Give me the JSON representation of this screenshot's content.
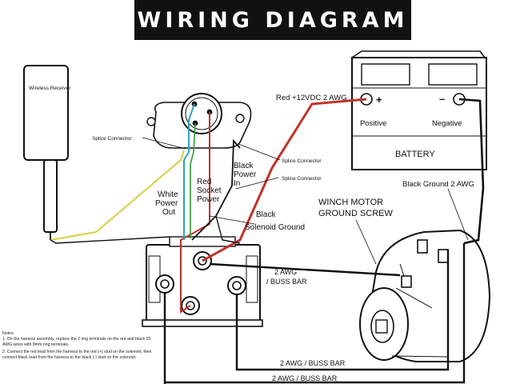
{
  "title": "WIRING DIAGRAM",
  "colors": {
    "red": "#c0322a",
    "teal": "#2aa6b6",
    "green": "#2f9a3a",
    "yellow": "#d8d043",
    "black": "#111111"
  },
  "labels": {
    "wireless_receiver": "Wireless Receiver",
    "splice_connector_1": "Splice Connector",
    "splice_connector_2": "Splice Connector",
    "splice_connector_3": "Splice Connector",
    "black_power_in": [
      "Black",
      "Power",
      "In"
    ],
    "red_socket_power": [
      "Red",
      "Socket",
      "Power"
    ],
    "white_power_out": [
      "White",
      "Power",
      "Out"
    ],
    "black_solenoid_ground": [
      "Black",
      "Solenoid Ground"
    ],
    "red_12vdc": "Red +12VDC 2 AWG",
    "plus": "+",
    "minus": "–",
    "positive": "Positive",
    "negative": "Negative",
    "battery": "BATTERY",
    "black_ground": "Black Ground 2 AWG",
    "winch_motor_ground": [
      "WINCH MOTOR",
      "GROUND SCREW"
    ],
    "awg_buss_bar_1": [
      "2 AWG",
      "/ BUSS BAR"
    ],
    "awg_buss_bar_2": "2 AWG / BUSS BAR",
    "awg_buss_bar_3": "2 AWG / BUSS BAR"
  },
  "notes": {
    "heading": "Notes:",
    "items": [
      "1. On the harness assembly, replace the 2 ring terminals on the red and black 20 AWG wires with 8mm ring terminals.",
      "2. Connect the red lead from the harness to the red (+) stud on the solenoid, then connect black lead from the harness to the black (-) stud on the solenoid."
    ]
  }
}
